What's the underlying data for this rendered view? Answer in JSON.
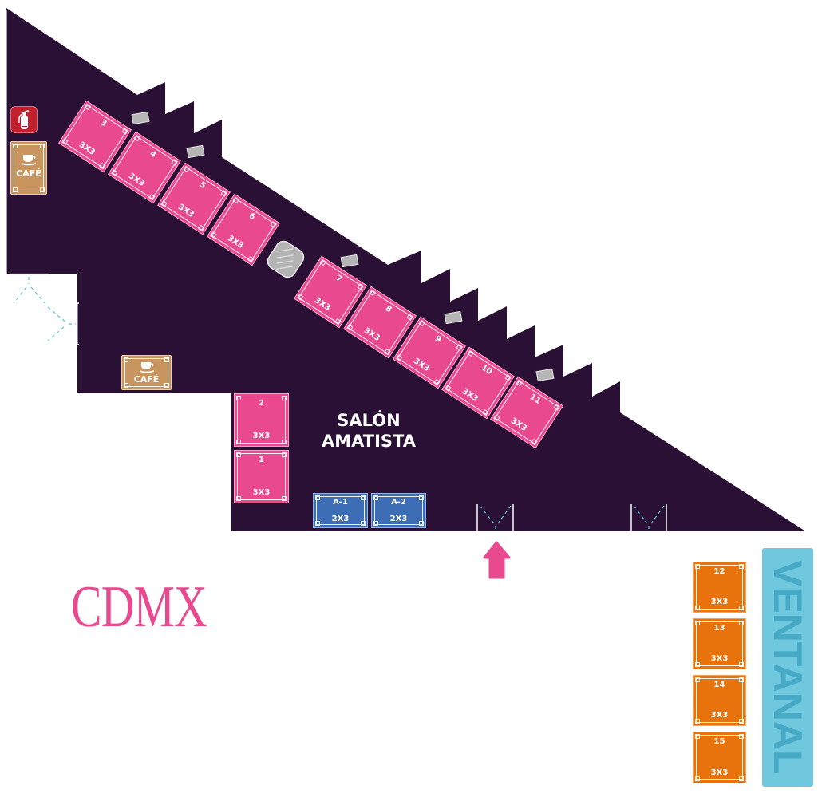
{
  "venue": {
    "hall_name_line1": "SALÓN",
    "hall_name_line2": "AMATISTA",
    "city": "CDMX",
    "window_label": "VENTANAL"
  },
  "amenities": {
    "cafe_label": "CAFÉ",
    "cafe_count": 2,
    "fire_extinguisher_count": 1,
    "entrance_doors_count": 2
  },
  "booths": [
    {
      "id": "1",
      "size": "3X3",
      "type": "standard"
    },
    {
      "id": "2",
      "size": "3X3",
      "type": "standard"
    },
    {
      "id": "3",
      "size": "3X3",
      "type": "standard"
    },
    {
      "id": "4",
      "size": "3X3",
      "type": "standard"
    },
    {
      "id": "5",
      "size": "3X3",
      "type": "standard"
    },
    {
      "id": "6",
      "size": "3X3",
      "type": "standard"
    },
    {
      "id": "7",
      "size": "3X3",
      "type": "standard"
    },
    {
      "id": "8",
      "size": "3X3",
      "type": "standard"
    },
    {
      "id": "9",
      "size": "3X3",
      "type": "standard"
    },
    {
      "id": "10",
      "size": "3X3",
      "type": "standard"
    },
    {
      "id": "11",
      "size": "3X3",
      "type": "standard"
    },
    {
      "id": "A-1",
      "size": "2X3",
      "type": "small"
    },
    {
      "id": "A-2",
      "size": "2X3",
      "type": "small"
    },
    {
      "id": "12",
      "size": "3X3",
      "type": "window"
    },
    {
      "id": "13",
      "size": "3X3",
      "type": "window"
    },
    {
      "id": "14",
      "size": "3X3",
      "type": "window"
    },
    {
      "id": "15",
      "size": "3X3",
      "type": "window"
    }
  ],
  "icons": {
    "fire_extinguisher": "fire-extinguisher-icon",
    "cafe": "coffee-cup-icon",
    "entrance": "entrance-arrow-icon",
    "stairs": "stairs-icon",
    "column_marker": "column-marker-icon",
    "door": "door-swing-icon"
  },
  "colors": {
    "floor": "#2a1034",
    "booth_standard": "#e8498f",
    "booth_small": "#3d6db5",
    "booth_window": "#e8730c",
    "cafe": "#c9955f",
    "extinguisher": "#c1202f",
    "window": "#6fc8de",
    "window_text": "#46a9c5",
    "door_swing": "#5cc3df",
    "entrance_arrow": "#e8498f",
    "brand": "#e8498f"
  }
}
